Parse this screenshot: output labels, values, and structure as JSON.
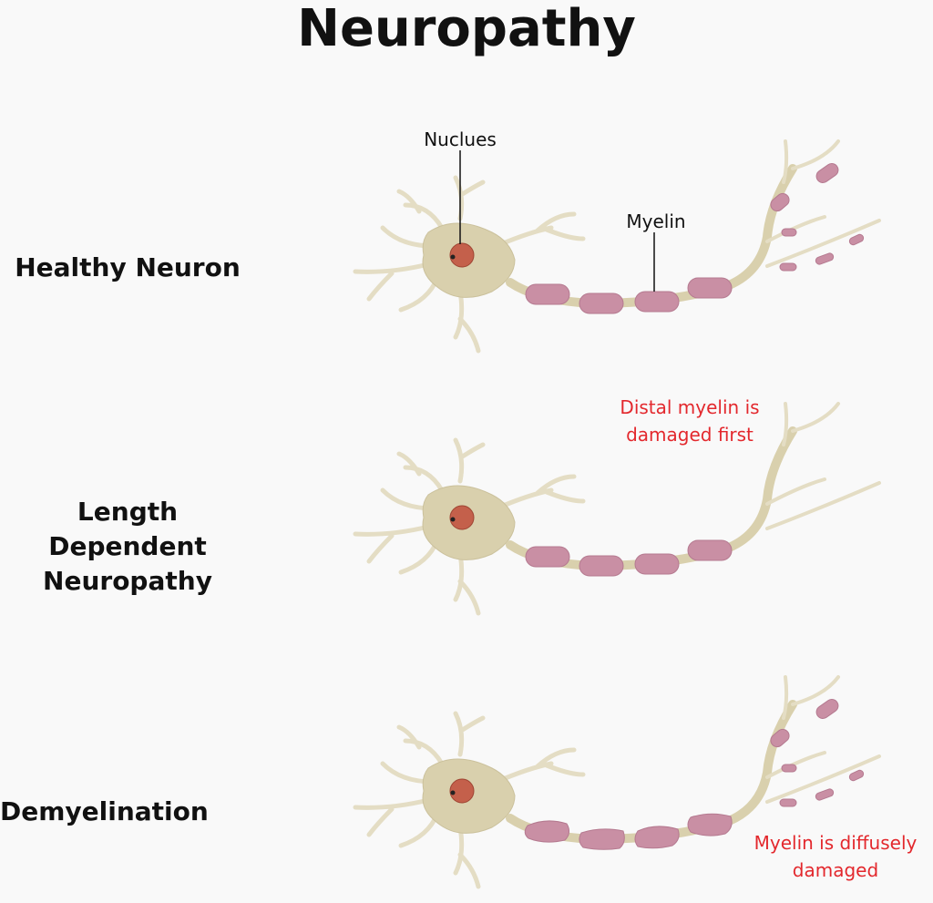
{
  "title": "Neuropathy",
  "rows": [
    {
      "label_line1": "Healthy Neuron"
    },
    {
      "label_line1": "Length Dependent",
      "label_line2": "Neuropathy"
    },
    {
      "label_line1": "Demyelination"
    }
  ],
  "callouts": {
    "nucleus": "Nuclues",
    "myelin": "Myelin"
  },
  "notes": {
    "length_dependent_line1": "Distal myelin is",
    "length_dependent_line2": "damaged first",
    "demyelination_line1": "Myelin is diffusely",
    "demyelination_line2": "damaged"
  },
  "colors": {
    "cell_body": "#d9d0ad",
    "nucleus": "#c4604b",
    "myelin": "#c98fa4",
    "note_text": "#e3282d"
  }
}
